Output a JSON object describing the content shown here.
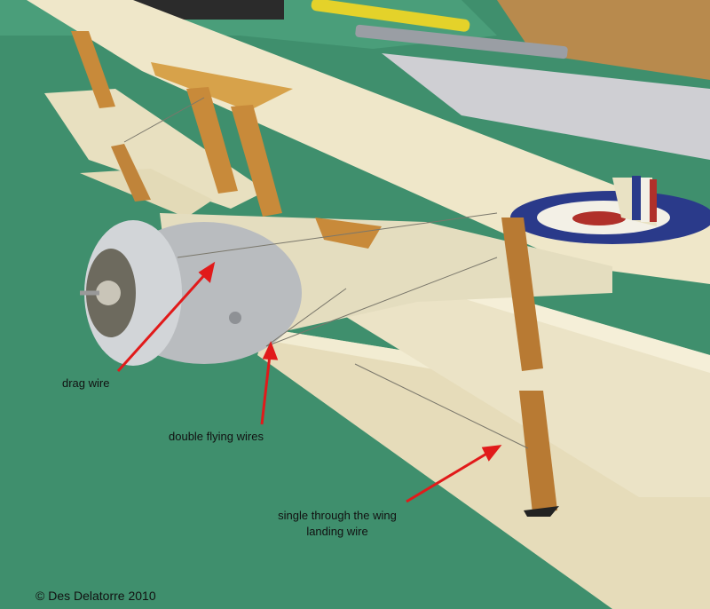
{
  "annotations": {
    "drag_wire": "drag wire",
    "double_flying_wires": "double flying wires",
    "single_line1": "single through the wing",
    "single_line2": "landing wire"
  },
  "copyright": "© Des Delatorre 2010",
  "colors": {
    "background_green": "#3f8f6d",
    "wing_cream": "#e9e2c4",
    "strut_wood": "#c88a3a",
    "cowling_silver": "#b9bcbf",
    "roundel_blue": "#2a3a8a",
    "roundel_red": "#b0302a",
    "arrow_red": "#e11a1a"
  }
}
